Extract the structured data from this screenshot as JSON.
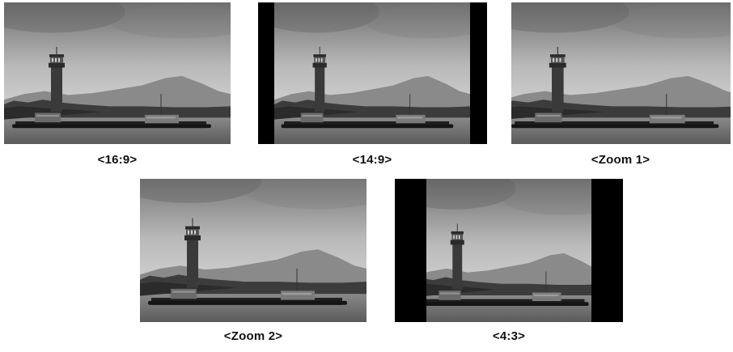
{
  "figures": [
    {
      "id": "16-9",
      "caption": "<16:9>"
    },
    {
      "id": "14-9",
      "caption": "<14:9>"
    },
    {
      "id": "zoom-1",
      "caption": "<Zoom 1>"
    },
    {
      "id": "zoom-2",
      "caption": "<Zoom 2>"
    },
    {
      "id": "4-3",
      "caption": "<4:3>"
    }
  ]
}
